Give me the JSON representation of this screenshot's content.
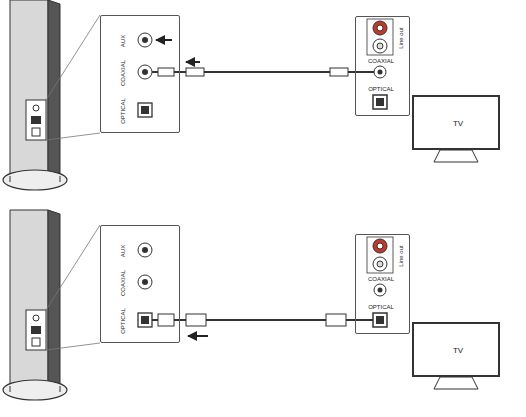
{
  "diagram": {
    "nodes": [
      {
        "text": [
          "AUX",
          "COAXIAL",
          "OPTICAL"
        ]
      },
      {
        "text": [
          "Line out",
          "COAXIAL",
          "OPTICAL"
        ]
      },
      {
        "text": [
          "TV"
        ]
      },
      {
        "text": [
          "AUX",
          "COAXIAL",
          "OPTICAL"
        ]
      },
      {
        "text": [
          "Line out",
          "COAXIAL",
          "OPTICAL"
        ]
      },
      {
        "text": [
          "TV"
        ]
      }
    ],
    "edges": [
      {
        "from": 0,
        "to": 1,
        "arrow": "none"
      },
      {
        "from": 3,
        "to": 4,
        "arrow": "none"
      }
    ]
  }
}
